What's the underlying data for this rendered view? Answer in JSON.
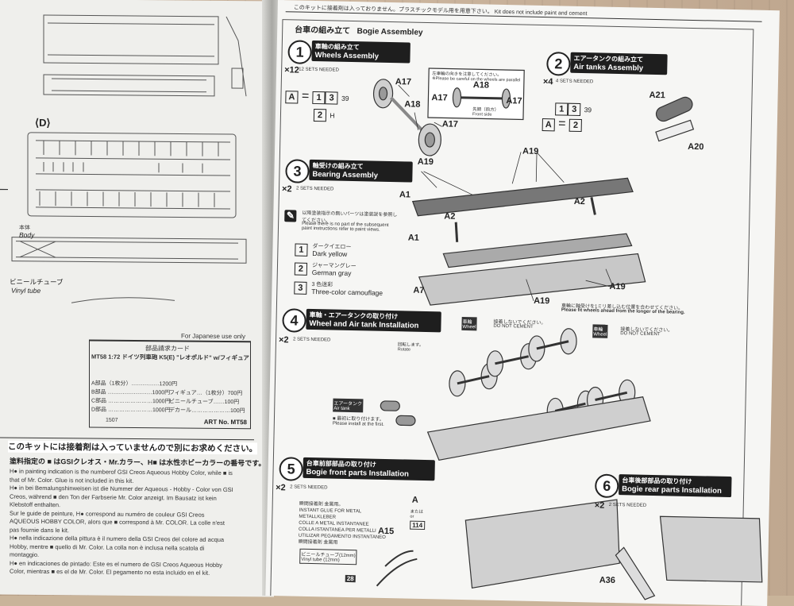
{
  "left": {
    "section_d": "D",
    "body_jp": "本体",
    "body_en": "Body",
    "vinyl_jp": "ビニールチューブ",
    "vinyl_en": "Vinyl tube",
    "for_japanese_use_only": "For Japanese use only",
    "order_title": "部品請求カード",
    "order_product": "MT58 1:72 ドイツ列車砲 K5(E) \"レオポルド\" w/フィギュア",
    "order_rows": [
      "A部品（1枚分）……………1200円",
      "B部品 ……………………1000円",
      "C部品 ……………………1000円",
      "D部品 ……………………1000円"
    ],
    "order_rows_right": [
      "フィギュア…（1枚分）700円",
      "ビニールチューブ……100円",
      "デカール…………………100円"
    ],
    "art_no": "ART No. MT58",
    "code": "1507",
    "glue_banner_jp": "このキットには接着剤は入っていませんので別にお求めください。",
    "paint_note_jp": "塗料指定の ■ はGSIクレオス・Mr.カラー、H■ は水性ホビーカラーの番号です。",
    "paint_notes": [
      "H● in painting indication is the numberof GSI Creos Aqueous Hobby Color, while ■ is",
      "that of Mr. Color. Glue is not included in this kit.",
      "H● in bei Bemalungshinweisen ist die Nummer der Aqueous - Hobby - Color von GSI",
      "Creos, während ■ den Ton der Farbserie Mr. Color anzeigt. Im Bausatz ist kein",
      "Klebstoff enthalten.",
      "Sur le guide de peinture, H● correspond au numéro de couleur GSI Creos",
      "AQUEOUS HOBBY COLOR, alors que ■ correspond à Mr. COLOR. La colle n'est",
      "pas fournie dans le kit.",
      "H● nella indicazione della pittura è il numero della GSI Creos del colore ad acqua",
      "Hobby, mentre ■ quello di Mr. Color. La colla non è inclusa nella scatola di",
      "montaggio.",
      "H● en indicaciones de pintado: Este es el numero de GSI Creos Aqueous Hobby",
      "Color, mientras ■ es el de Mr. Color. El pegamento no esta incluido en el kit."
    ]
  },
  "right": {
    "top_warning": "このキットに接着剤は入っておりません。プラスチックモデル用を用意下さい。 Kit does not include paint and cement",
    "title_jp": "台車の組み立て",
    "title_en": "Bogie Assembley",
    "step1": {
      "num": "1",
      "jp": "車軸の組み立て",
      "en": "Wheels Assembly",
      "qty": "×12",
      "qty_note": "12 SETS NEEDED"
    },
    "step2": {
      "num": "2",
      "jp": "エアータンクの組み立て",
      "en": "Air tanks Assembly",
      "qty": "×4",
      "qty_note": "4 SETS NEEDED"
    },
    "step3": {
      "num": "3",
      "jp": "軸受けの組み立て",
      "en": "Bearing Assembly",
      "qty": "×2",
      "qty_note": "2 SETS NEEDED"
    },
    "step4": {
      "num": "4",
      "jp": "車軸・エアータンクの取り付け",
      "en": "Wheel and Air tank Installation",
      "qty": "×2",
      "qty_note": "2 SETS NEEDED"
    },
    "step5": {
      "num": "5",
      "jp": "台車前部部品の取り付け",
      "en": "Bogie front parts Installation",
      "qty": "×2",
      "qty_note": "2 SETS NEEDED"
    },
    "step6": {
      "num": "6",
      "jp": "台車後部部品の取り付け",
      "en": "Bogie rear parts Installation",
      "qty": "×2",
      "qty_note": "2 SETS NEEDED"
    },
    "paint_note_jp": "以降塗装指示の無いパーツは塗装説を参照してください。",
    "paint_note_en": "Please there is no part of the subsequent paint instructions refer to paint views.",
    "colors": [
      {
        "key": "1",
        "jp": "ダークイエロー",
        "en": "Dark yellow"
      },
      {
        "key": "2",
        "jp": "ジャーマングレー",
        "en": "German gray"
      },
      {
        "key": "3",
        "jp": "3 色迷彩",
        "en": "Three-color camouflage"
      }
    ],
    "color_A_eq": "=",
    "mix_top": "39",
    "mix_bottom": "H",
    "front_parts_label": "先頭（前方）\nFront side",
    "inset_note": "左車輪の向きを注意してください。\n※Please be careful on the wheels are parallel",
    "bearing_note_jp": "車輪に軸受けを1ミリ差し込む位置を合わせてください。",
    "bearing_note_en": "Please fit wheels ahead from the longer of the bearing.",
    "no_cement_jp": "接着しないでください。",
    "no_cement_en": "DO NOT CEMENT",
    "wheel_tag": "車輪\nWheel",
    "rotate_label": "回転します。\nRotate",
    "air_tank_tag": "エアータンク\nAir tank",
    "install_first": "■ 最初に取り付けます。\nPlease install at the first.",
    "instant_glue": "瞬間接着剤 金属用。\nINSTANT GLUE FOR METAL\nMETALLKLEBER\nCOLLE A METAL INSTANTANEE\nCOLLA ISTANTANEA PER METALLI\nUTILIZAR PEGAMENTO INSTANTANEO\n瞬間接着剤 金属用",
    "vinyl_tube_label": "ビニールチューブ(12mm)\nVinyl tube (12mm)",
    "or_label": "または\nor",
    "parts": [
      "A17",
      "A18",
      "A17",
      "A17",
      "A18",
      "A17",
      "A17",
      "A21",
      "A20",
      "A19",
      "A19",
      "A1",
      "A2",
      "A2",
      "A1",
      "A7",
      "A19",
      "A19",
      "A15",
      "A36",
      "A"
    ],
    "part_num_114": "114",
    "part_num_28": "28",
    "part_num_39": "39"
  }
}
